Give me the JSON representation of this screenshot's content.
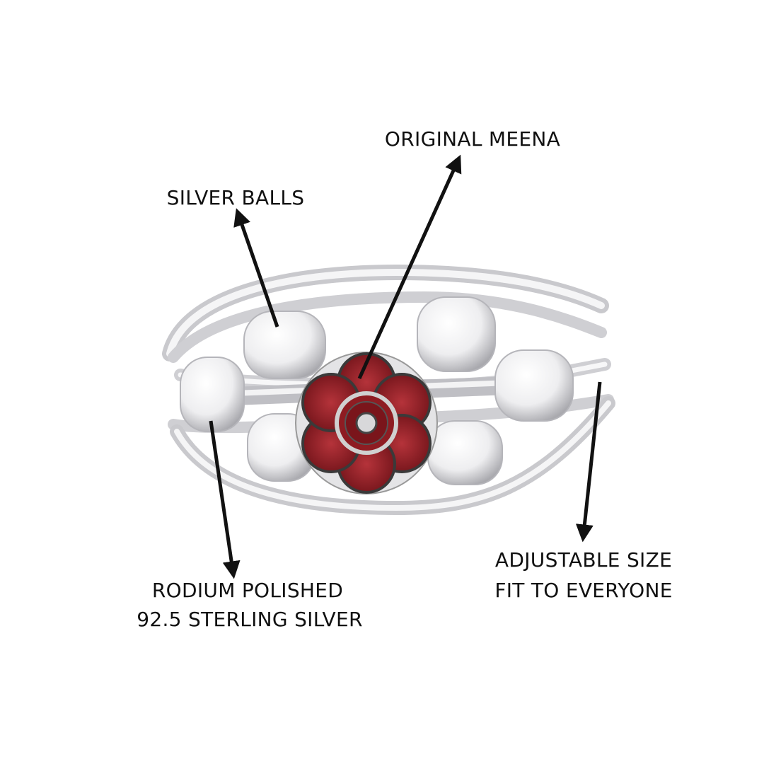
{
  "annotations": {
    "original_meena": "ORIGINAL MEENA",
    "silver_balls": "SILVER BALLS",
    "rodium_line1": "RODIUM POLISHED",
    "rodium_line2": "92.5 STERLING SILVER",
    "adjustable_line1": "ADJUSTABLE SIZE",
    "adjustable_line2": "FIT TO EVERYONE"
  },
  "colors": {
    "meena_red": "#8e1c22",
    "silver": "#d9d9dc",
    "arrow": "#111111"
  }
}
